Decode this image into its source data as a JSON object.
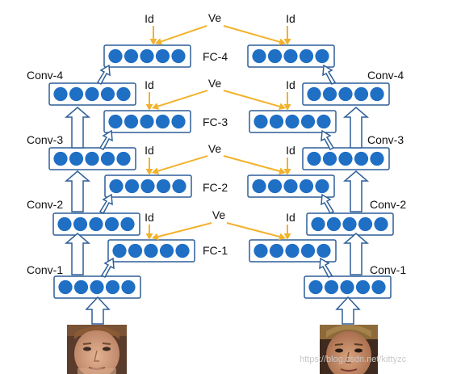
{
  "labels": {
    "id": "Id",
    "ve": "Ve",
    "fc4": "FC-4",
    "fc3": "FC-3",
    "fc2": "FC-2",
    "fc1": "FC-1",
    "conv4": "Conv-4",
    "conv3": "Conv-3",
    "conv2": "Conv-2",
    "conv1": "Conv-1"
  },
  "watermark": "https://blog.csdn.net/kittyzc",
  "colors": {
    "neuron": "#1f6fc5",
    "box_border": "#2e5f99",
    "verification_arrow": "#f2b22c"
  }
}
